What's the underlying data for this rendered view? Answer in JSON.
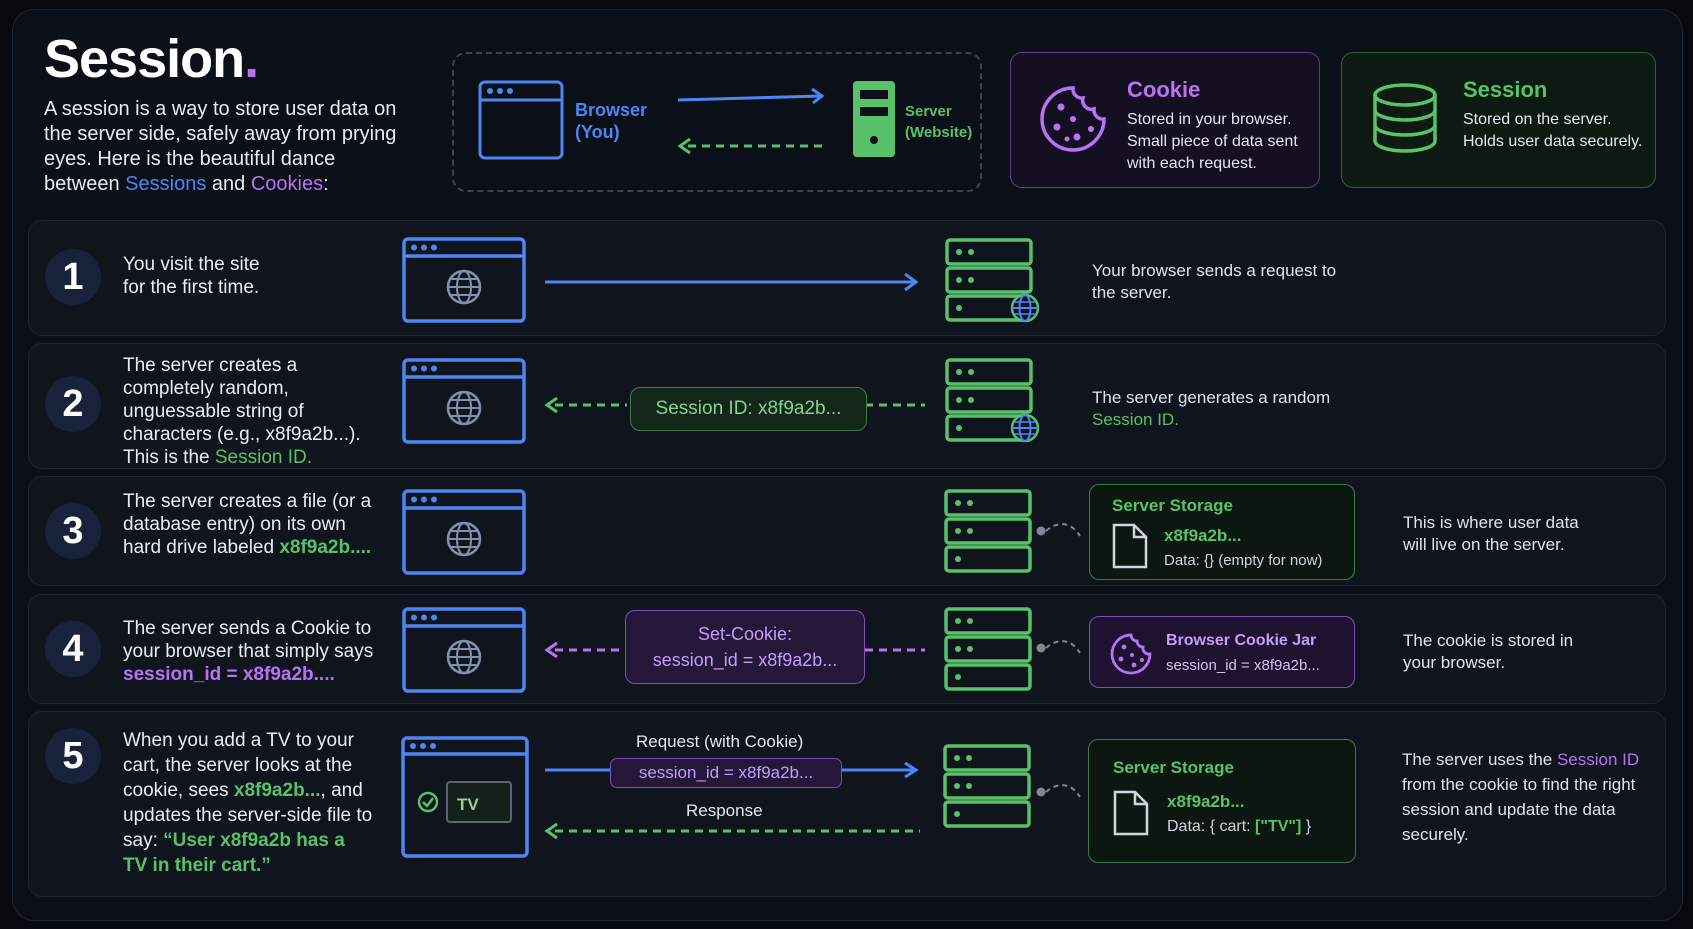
{
  "header": {
    "title": "Session",
    "title_dot": ".",
    "intro_before": "A session is a way to store user data on the server side, safely away from prying eyes. Here is the beautiful dance between ",
    "intro_sessions": "Sessions",
    "intro_and": " and ",
    "intro_cookies": "Cookies",
    "intro_after": ":"
  },
  "legend": {
    "browser_label_1": "Browser",
    "browser_label_2": "(You)",
    "server_label_1": "Server",
    "server_label_2": "(Website)"
  },
  "cards": {
    "cookie": {
      "title": "Cookie",
      "text": "Stored in your browser. Small piece of data sent with each request."
    },
    "session": {
      "title": "Session",
      "text": "Stored on the server. Holds user data securely."
    }
  },
  "steps": [
    {
      "number": "1",
      "desc_line1": "You visit the site",
      "desc_line2": "for the first time.",
      "note": "Your browser sends a request to the server."
    },
    {
      "number": "2",
      "desc": "The server creates a completely random, unguessable string of characters (e.g., x8f9a2b...). This is the ",
      "desc_highlight": "Session ID.",
      "pill": "Session ID: x8f9a2b...",
      "note": "The server generates a random",
      "note_highlight": "Session ID."
    },
    {
      "number": "3",
      "desc": "The server creates a file (or a database entry) on its own hard drive labeled",
      "desc_highlight": "x8f9a2b....",
      "storage_title": "Server Storage",
      "storage_id": "x8f9a2b...",
      "storage_data": "Data: {} (empty for now)",
      "note": "This is where user data will live on the server."
    },
    {
      "number": "4",
      "desc": "The server sends a Cookie to your browser that simply says ",
      "desc_highlight": "session_id = x8f9a2b....",
      "pill_line1": "Set-Cookie:",
      "pill_line2": "session_id = x8f9a2b...",
      "jar_title": "Browser Cookie Jar",
      "jar_value": "session_id = x8f9a2b...",
      "note": "The cookie is stored in your browser."
    },
    {
      "number": "5",
      "desc_1": "When you add a TV to your cart, the server looks at the cookie, sees ",
      "desc_hl_1": "x8f9a2b...",
      "desc_2": ", and updates the server-side file to say: ",
      "desc_hl_2": "“User x8f9a2b has a TV in their cart.”",
      "cart_item": "TV",
      "request_label": "Request (with Cookie)",
      "request_pill": "session_id = x8f9a2b...",
      "response_label": "Response",
      "storage_title": "Server Storage",
      "storage_id": "x8f9a2b...",
      "storage_data_prefix": "Data: { cart: ",
      "storage_data_value": "[\"TV\"]",
      "storage_data_suffix": " }",
      "note_1": "The server uses the ",
      "note_hl": "Session ID",
      "note_2": " from the cookie to find the right session and update the data securely."
    }
  ],
  "colors": {
    "blue": "#4c86f5",
    "green": "#57c26a",
    "purple": "#b873f3",
    "background": "#0b0f17"
  },
  "icons": [
    "browser-window-icon",
    "server-tower-icon",
    "cookie-icon",
    "database-icon",
    "globe-icon",
    "server-rack-icon",
    "file-icon",
    "checkmark-icon"
  ]
}
